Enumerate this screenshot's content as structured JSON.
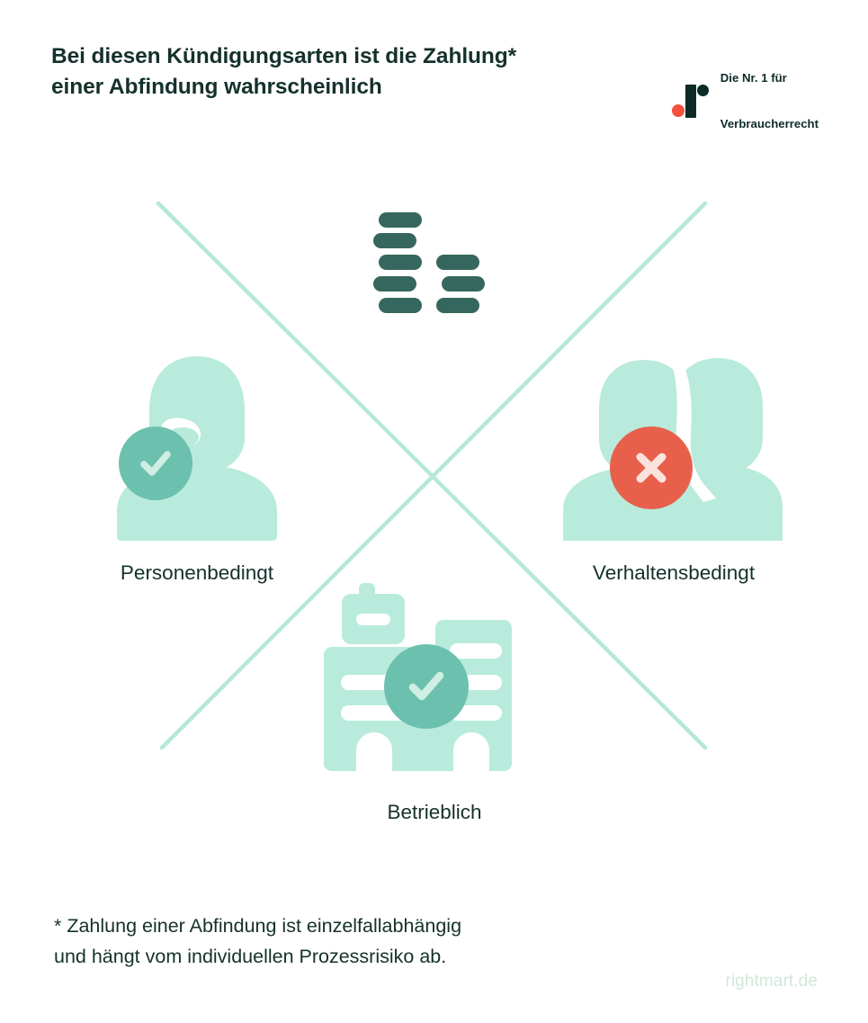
{
  "header": {
    "title_line1": "Bei diesen Kündigungsarten ist die Zahlung*",
    "title_line2": "einer Abfindung wahrscheinlich"
  },
  "logo": {
    "mark_bar": "logo-bar",
    "mark_dot_dark": "logo-dot-dark",
    "mark_dot_red": "logo-dot-red",
    "text_line1": "Die Nr. 1 für",
    "text_line2": "Verbraucherrecht",
    "color_dark": "#0D2B26",
    "color_red": "#F4503C"
  },
  "diagram": {
    "cross_color": "#B6E8D8",
    "coins": {
      "color": "#36675F",
      "left_stack_count": 5,
      "right_stack_count": 3
    },
    "nodes": [
      {
        "id": "person",
        "label": "Personenbedingt",
        "icon": "person-silhouette-icon",
        "badge": "check",
        "badge_color": "#6CC0AE",
        "silhouette_color": "#B9EBDC"
      },
      {
        "id": "people",
        "label": "Verhaltensbedingt",
        "icon": "two-people-silhouette-icon",
        "badge": "cross",
        "badge_color": "#E8604C",
        "silhouette_color": "#B9EBDC"
      },
      {
        "id": "building",
        "label": "Betrieblich",
        "icon": "factory-building-icon",
        "badge": "check",
        "badge_color": "#6CC0AE",
        "silhouette_color": "#B9EBDC"
      }
    ]
  },
  "footnote": {
    "line1": "* Zahlung einer Abfindung ist einzelfallabhängig",
    "line2": "und hängt vom individuellen Prozessrisiko ab."
  },
  "watermark": {
    "text": "rightmart.de"
  }
}
